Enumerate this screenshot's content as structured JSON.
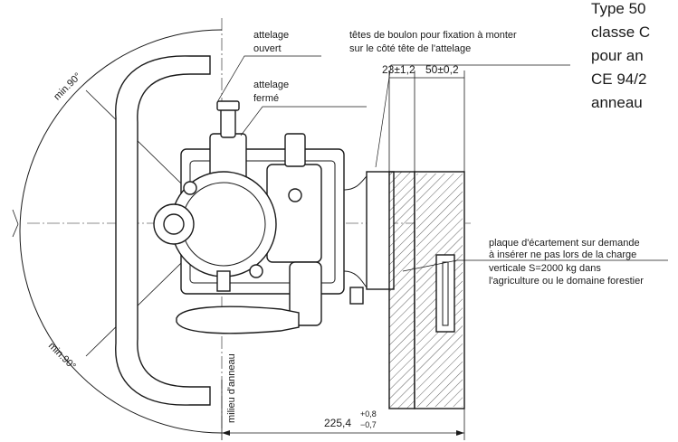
{
  "labels": {
    "coupling_open_1": "attelage",
    "coupling_open_2": "ouvert",
    "coupling_closed_1": "attelage",
    "coupling_closed_2": "fermé",
    "bolt_heads_1": "têtes de boulon pour fixation à monter",
    "bolt_heads_2": "sur le côté tête de l'attelage",
    "dim_23": "23±1,2",
    "dim_50": "50±0,2",
    "spacer_1": "plaque d'écartement sur demande",
    "spacer_2": "à insérer ne pas lors de la charge",
    "spacer_3": "verticale S=2000 kg dans",
    "spacer_4": "l'agriculture ou le domaine forestier",
    "angle_top": "min.90°",
    "angle_bottom": "min.90°",
    "ring_center": "milieu d'anneau",
    "dim_225": "225,4",
    "dim_225_upper": "+0,8",
    "dim_225_lower": "−0,7"
  },
  "side_text": {
    "line1": "Type 50",
    "line2": "classe C",
    "line3": "pour an",
    "line4": "CE 94/2",
    "line5": "anneau"
  }
}
